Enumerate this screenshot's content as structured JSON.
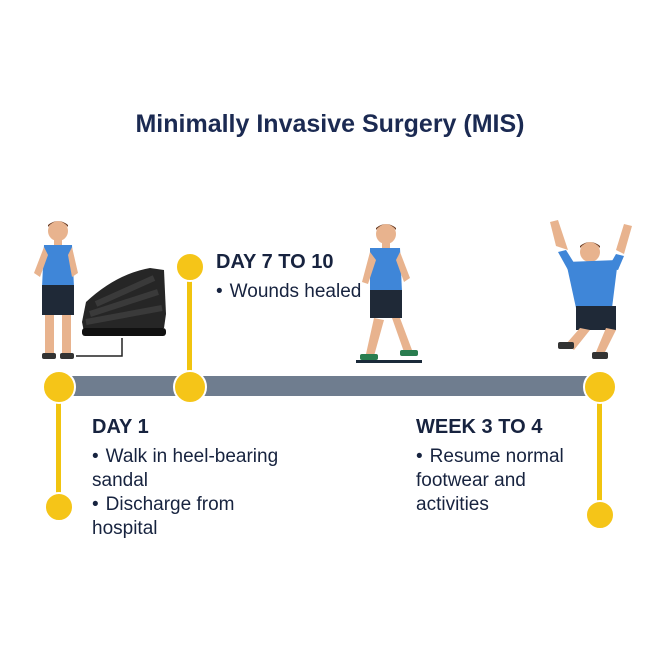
{
  "title": "Minimally Invasive Surgery (MIS)",
  "colors": {
    "timeline_bar": "#6f7d8f",
    "milestone_yellow": "#f5c518",
    "text": "#17233f",
    "shirt_blue": "#3f86d8"
  },
  "milestones": [
    {
      "heading": "DAY 1",
      "bullets": [
        "Walk in heel-bearing sandal",
        "Discharge from hospital"
      ],
      "illustration": "standing-man-with-heel-bearing-sandal"
    },
    {
      "heading": "DAY 7 TO 10",
      "bullets": [
        "Wounds healed"
      ],
      "illustration": "none"
    },
    {
      "heading": "WEEK 3 TO 4",
      "bullets": [
        "Resume normal footwear and activities"
      ],
      "illustration": "jumping-man"
    }
  ],
  "extra_illustration": "walking-man"
}
